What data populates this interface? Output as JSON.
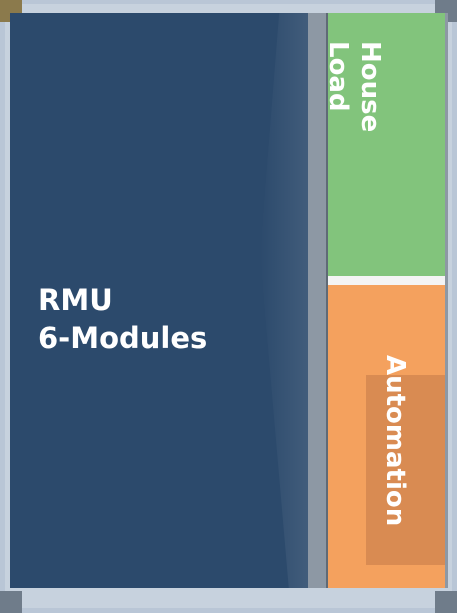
{
  "rmu": {
    "line1": "RMU",
    "line2": "6-Modules"
  },
  "house_load": {
    "line1": "House",
    "line2": "Load"
  },
  "automation": {
    "label": "Automation"
  },
  "colors": {
    "rmu": "#2c4a6c",
    "house_load": "#82c47c",
    "automation": "#f4a15e",
    "frame": "#b9c6d6"
  }
}
